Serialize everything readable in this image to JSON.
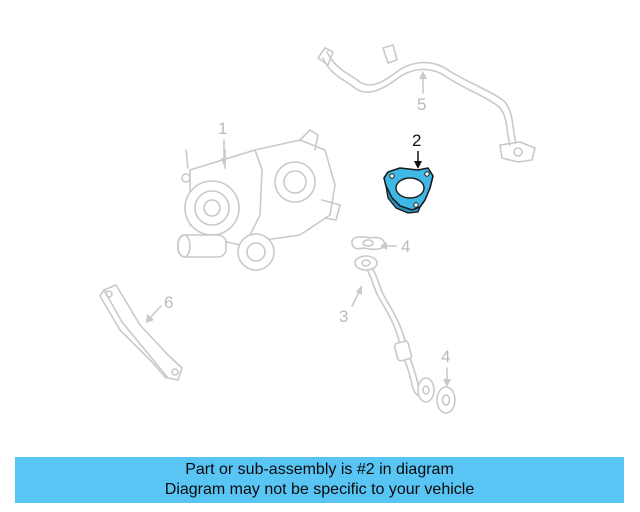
{
  "diagram": {
    "callouts": [
      "1",
      "2",
      "3",
      "4",
      "4",
      "5",
      "6"
    ],
    "highlighted_part": "2",
    "highlight_color": "#3fb8e6"
  },
  "caption": {
    "line1": "Part or sub-assembly is #2 in diagram",
    "line2": "Diagram may not be specific to your vehicle",
    "background": "#59c5f5"
  }
}
